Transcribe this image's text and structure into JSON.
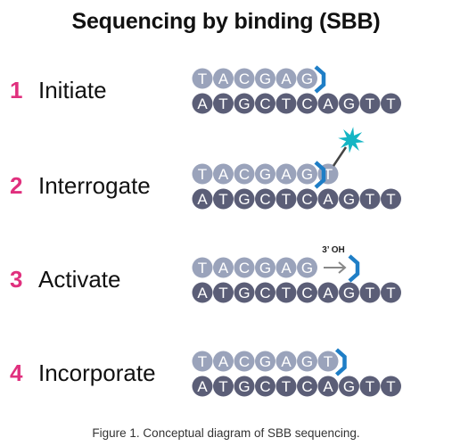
{
  "title": "Sequencing by binding (SBB)",
  "caption": "Figure 1. Conceptual diagram of SBB sequencing.",
  "colors": {
    "step_number": "#e0307e",
    "template_strand": "#5b5e77",
    "primer_strand": "#9aa3bb",
    "polymerase": "#1f7ec6",
    "labeled_nucleotide": "#14b5c4",
    "arrow": "#888888"
  },
  "template_bases": [
    "A",
    "T",
    "G",
    "C",
    "T",
    "C",
    "A",
    "G",
    "T",
    "T"
  ],
  "steps": [
    {
      "number": "1",
      "label": "Initiate",
      "primer_bases": [
        "T",
        "A",
        "C",
        "G",
        "A",
        "G"
      ],
      "extra_base": "",
      "marker": "polymerase-at-primer-end"
    },
    {
      "number": "2",
      "label": "Interrogate",
      "primer_bases": [
        "T",
        "A",
        "C",
        "G",
        "A",
        "G"
      ],
      "extra_base": "T",
      "marker": "labeled-nucleotide-bound"
    },
    {
      "number": "3",
      "label": "Activate",
      "primer_bases": [
        "T",
        "A",
        "C",
        "G",
        "A",
        "G"
      ],
      "extra_base": "",
      "marker": "polymerase-released",
      "annotation": "3’ OH"
    },
    {
      "number": "4",
      "label": "Incorporate",
      "primer_bases": [
        "T",
        "A",
        "C",
        "G",
        "A",
        "G",
        "T"
      ],
      "extra_base": "",
      "marker": "polymerase-after-incorporation"
    }
  ]
}
